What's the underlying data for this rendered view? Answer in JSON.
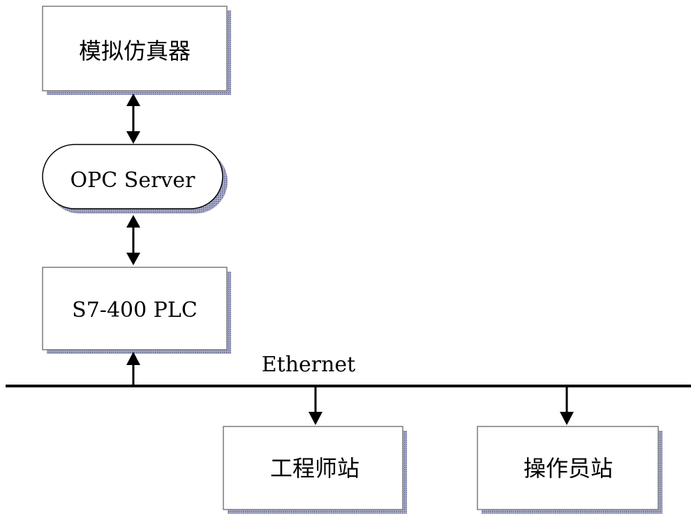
{
  "nodes": {
    "simulator": {
      "label": "模拟仿真器"
    },
    "opc_server": {
      "label": "OPC Server"
    },
    "plc": {
      "label": "S7-400 PLC"
    },
    "engineer_station": {
      "label": "工程师站"
    },
    "operator_station": {
      "label": "操作员站"
    }
  },
  "network": {
    "label": "Ethernet"
  },
  "colors": {
    "box_fill": "#ffffff",
    "box_stroke": "#808080",
    "shadow": "#7b7fa8",
    "line": "#000000"
  }
}
